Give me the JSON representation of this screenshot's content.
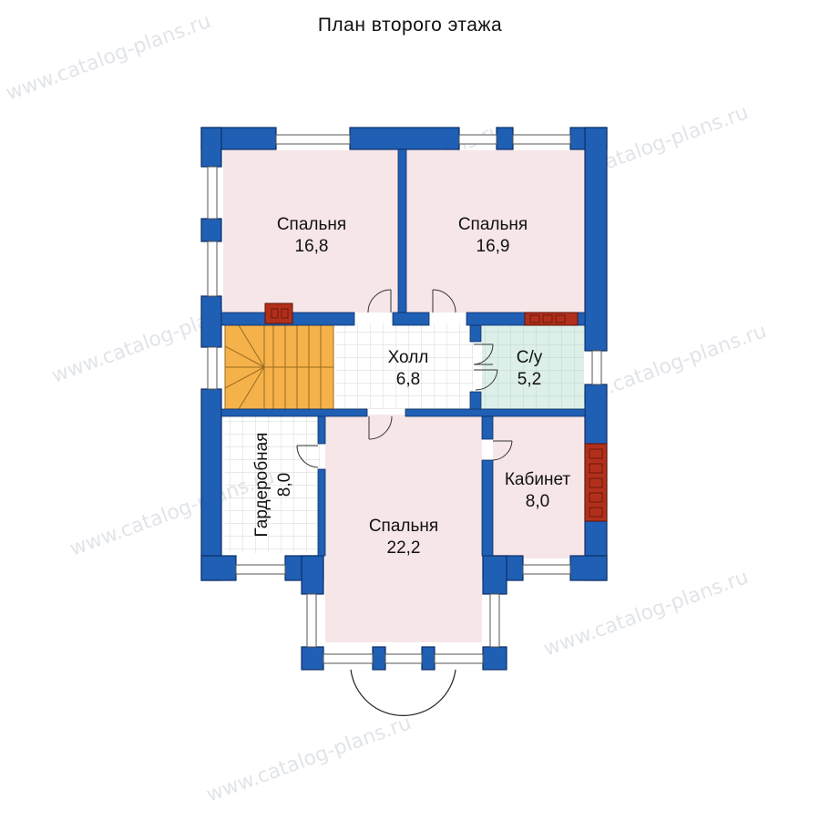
{
  "title": "План второго этажа",
  "watermark": "www.catalog-plans.ru",
  "colors": {
    "wall": "#1f5fb4",
    "wall_outline": "#0d2f66",
    "room_floor": "#f7e6e8",
    "hall_floor": "#ffffff",
    "bath_floor": "#dcefe8",
    "stairs": "#f5b24a",
    "chimney": "#b2301b"
  },
  "rooms": {
    "bedroom_nw": {
      "name": "Спальня",
      "area": "16,8"
    },
    "bedroom_ne": {
      "name": "Спальня",
      "area": "16,9"
    },
    "hall": {
      "name": "Холл",
      "area": "6,8"
    },
    "bathroom": {
      "name": "С/у",
      "area": "5,2"
    },
    "wardrobe": {
      "name": "Гардеробная",
      "area": "8,0"
    },
    "bedroom_s": {
      "name": "Спальня",
      "area": "22,2"
    },
    "study": {
      "name": "Кабинет",
      "area": "8,0"
    }
  }
}
